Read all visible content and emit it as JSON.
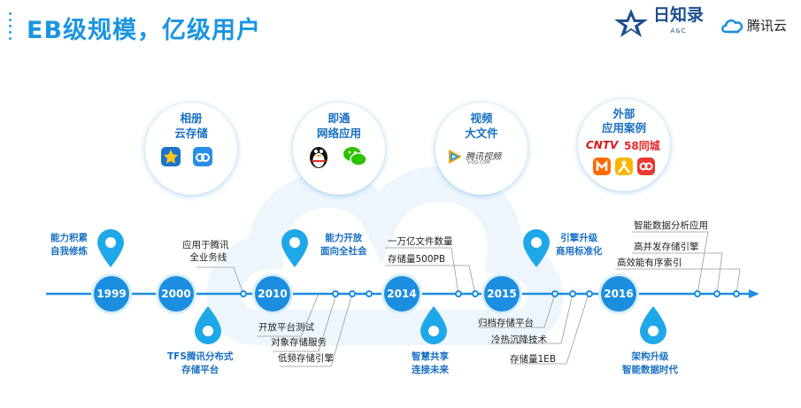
{
  "title": "EB级规模，亿级用户",
  "logos": {
    "ac_text": "A&C",
    "ac_main": "日知录",
    "tencent_cloud": "腾讯云"
  },
  "bubbles": [
    {
      "line1": "相册",
      "line2": "云存储",
      "icons": [
        "qzone-icon",
        "weiyun-icon"
      ]
    },
    {
      "line1": "即通",
      "line2": "网络应用",
      "icons": [
        "qq-penguin-icon",
        "wechat-icon"
      ]
    },
    {
      "line1": "视频",
      "line2": "大文件",
      "logo_text": "腾讯视频",
      "logo_sub": "V.QQ.COM"
    },
    {
      "line1": "外部",
      "line2": "应用案例",
      "logos": [
        "CNTV",
        "58同城"
      ],
      "icons": [
        "mango-tv-icon",
        "ke-icon",
        "app-icon"
      ]
    }
  ],
  "timeline": {
    "years": [
      "1999",
      "2000",
      "2010",
      "2014",
      "2015",
      "2016"
    ],
    "above": [
      {
        "lines": [
          "能力积累",
          "自我修炼"
        ]
      },
      {
        "lines": [
          "应用于腾讯",
          "全业务线"
        ]
      },
      {
        "lines": [
          "能力开放",
          "面向全社会"
        ]
      },
      {
        "lines": [
          "一万亿文件数量"
        ]
      },
      {
        "lines": [
          "存储量500PB"
        ]
      },
      {
        "lines": [
          "引擎升级",
          "商用标准化"
        ]
      },
      {
        "lines": [
          "智能数据分析应用"
        ]
      },
      {
        "lines": [
          "高并发存储引擎"
        ]
      },
      {
        "lines": [
          "高效能有序索引"
        ]
      }
    ],
    "below": [
      {
        "lines": [
          "TFS腾讯分布式",
          "存储平台"
        ]
      },
      {
        "lines": [
          "开放平台测试"
        ]
      },
      {
        "lines": [
          "对象存储服务"
        ]
      },
      {
        "lines": [
          "低频存储引擎"
        ]
      },
      {
        "lines": [
          "智慧共享",
          "连接未来"
        ]
      },
      {
        "lines": [
          "归档存储平台"
        ]
      },
      {
        "lines": [
          "冷热沉降技术"
        ]
      },
      {
        "lines": [
          "存储量1EB"
        ]
      },
      {
        "lines": [
          "架构升级",
          "智能数据时代"
        ]
      }
    ]
  },
  "colors": {
    "accent": "#1b8ee0",
    "title": "#1b95e0",
    "text_blue": "#1a70c2"
  }
}
